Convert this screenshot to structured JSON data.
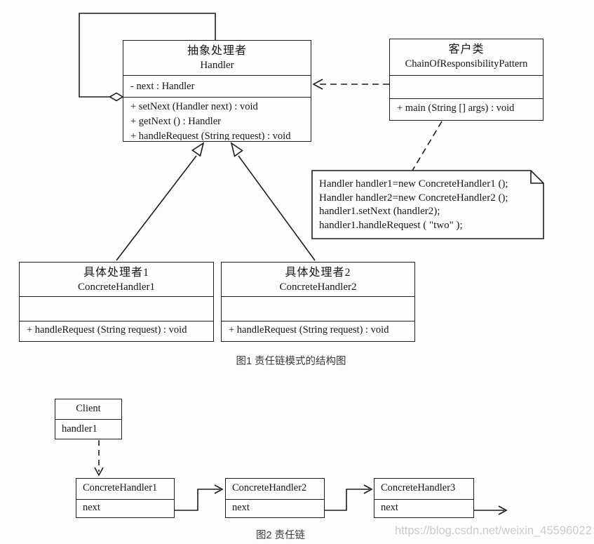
{
  "colors": {
    "background": "#fdfdfd",
    "line": "#1c1c1c",
    "caption_text": "#3b3b3b",
    "watermark_text": "#c9ccce"
  },
  "figure1": {
    "caption": "图1 责任链模式的结构图",
    "handler_class": {
      "name_cn": "抽象处理者",
      "name_en": "Handler",
      "attributes": [
        "- next : Handler"
      ],
      "methods": [
        "+ setNext (Handler next) : void",
        "+ getNext () : Handler",
        "+ handleRequest (String request) : void"
      ]
    },
    "client_class": {
      "name_cn": "客户类",
      "name_en": "ChainOfResponsibilityPattern",
      "attributes": [],
      "methods": [
        "+ main (String [] args) : void"
      ]
    },
    "concrete_handler1_class": {
      "name_cn": "具体处理者1",
      "name_en": "ConcreteHandler1",
      "attributes": [],
      "methods": [
        "+ handleRequest (String request) : void"
      ]
    },
    "concrete_handler2_class": {
      "name_cn": "具体处理者2",
      "name_en": "ConcreteHandler2",
      "attributes": [],
      "methods": [
        "+ handleRequest (String request) : void"
      ]
    },
    "note_lines": [
      "Handler handler1=new ConcreteHandler1 ();",
      "Handler handler2=new ConcreteHandler2 ();",
      "handler1.setNext (handler2);",
      "handler1.handleRequest ( \"two\" );"
    ],
    "relationships": [
      "self-aggregation of Handler (hollow diamond)",
      "dashed dependency from ChainOfResponsibilityPattern to Handler",
      "generalization from ConcreteHandler1 to Handler",
      "generalization from ConcreteHandler2 to Handler",
      "dashed anchor from client class to code note"
    ]
  },
  "figure2": {
    "caption": "图2 责任链",
    "client_object": {
      "title": "Client",
      "field": "handler1"
    },
    "chain_nodes": [
      {
        "title": "ConcreteHandler1",
        "field": "next"
      },
      {
        "title": "ConcreteHandler2",
        "field": "next"
      },
      {
        "title": "ConcreteHandler3",
        "field": "next"
      }
    ]
  },
  "watermark": "https://blog.csdn.net/weixin_45596022"
}
